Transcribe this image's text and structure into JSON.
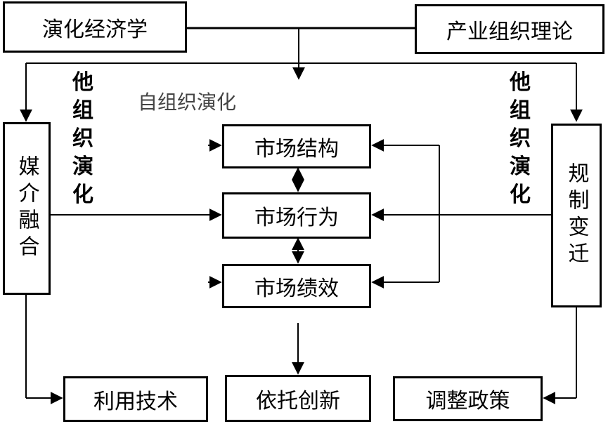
{
  "top": {
    "evolutionary_economics": "演化经济学",
    "industrial_organization_theory": "产业组织理论"
  },
  "self_organization": "自组织演化",
  "hetero_organization": "他组织演化",
  "left_box": "媒介融合",
  "right_box": "规制变迁",
  "center": {
    "structure": "市场结构",
    "conduct": "市场行为",
    "performance": "市场绩效"
  },
  "bottom": {
    "use_technology": "利用技术",
    "rely_innovation": "依托创新",
    "adjust_policy": "调整政策"
  }
}
